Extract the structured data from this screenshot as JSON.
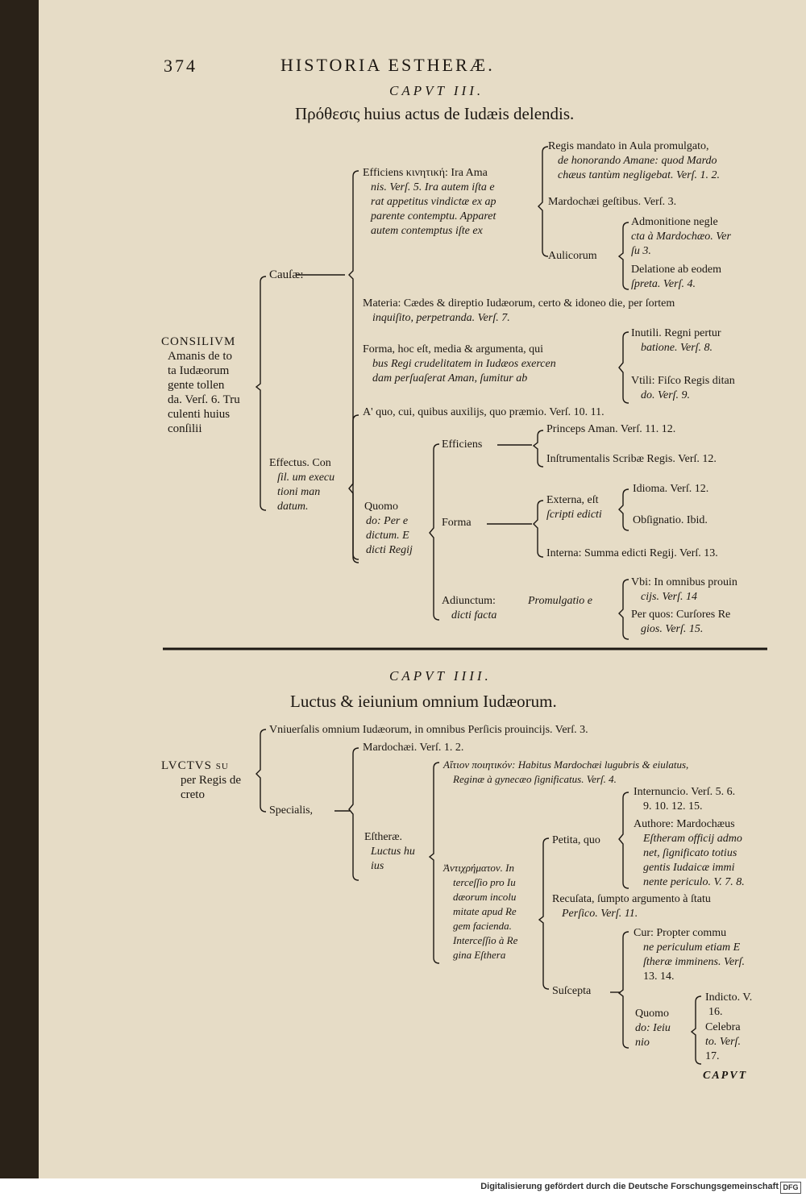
{
  "header": {
    "page_number": "374",
    "running_title": "HISTORIA ESTHERÆ."
  },
  "chapter3": {
    "caput": "CAPVT III.",
    "title": "Πρόθεσις huius actus de Iudæis delendis.",
    "root": [
      "CONSILIVM",
      "Amanis de to",
      "ta Iudæorum",
      "gente tollen",
      "da. Verſ. 6. Tru",
      "culenti huius",
      "conſilii"
    ],
    "causae": "Cauſæ:",
    "efficiens": [
      "Efficiens κινητική: Ira Ama",
      "nis. Verſ. 5. Ira autem iſta e",
      "rat appetitus vindictæ ex ap",
      "parente contemptu. Apparet",
      "autem contemptus iſte ex"
    ],
    "regis": [
      "Regis mandato in Aula promulgato,",
      "de honorando Amane: quod Mardo",
      "chæus tantùm negligebat. Verſ. 1. 2."
    ],
    "mardochaei": "Mardochæi geſtibus. Verſ. 3.",
    "aulicorum": "Aulicorum",
    "admonitione": [
      "Admonitione negle",
      "cta à Mardochæo. Ver",
      "ſu 3."
    ],
    "delatione": [
      "Delatione ab eodem",
      "ſpreta. Verſ. 4."
    ],
    "materia": [
      "Materia: Cædes & direptio Iudæorum, certo & idoneo die, per ſortem",
      "inquiſito, perpetranda. Verſ. 7."
    ],
    "forma": [
      "Forma, hoc eſt, media & argumenta, qui",
      "bus Regi crudelitatem in Iudæos exercen",
      "dam perſuaſerat Aman, ſumitur ab"
    ],
    "inutili": [
      "Inutili. Regni pertur",
      "batione. Verſ. 8."
    ],
    "vtili": [
      "Vtili: Fiſco Regis ditan",
      "do. Verſ. 9."
    ],
    "effectus": [
      "Effectus. Con",
      "ſil. um execu",
      "tioni man",
      "datum."
    ],
    "aquo": "A' quo, cui, quibus auxilijs, quo præmio. Verſ. 10. 11.",
    "quomodo": [
      "Quomo",
      "do: Per e",
      "dictum. E",
      "dicti Regij"
    ],
    "efficiens2": "Efficiens",
    "princeps": "Princeps Aman. Verſ. 11. 12.",
    "instrumentalis": "Inſtrumentalis Scribæ Regis. Verſ. 12.",
    "forma2": "Forma",
    "externa": [
      "Externa, eſt",
      "ſcripti edicti"
    ],
    "idioma": "Idioma. Verſ. 12.",
    "obsignatio": "Obſignatio. Ibid.",
    "interna": "Interna: Summa edicti Regij. Verſ. 13.",
    "adiunctum": [
      "Adiunctum:",
      "dicti facta"
    ],
    "promulgatio": "Promulgatio e",
    "vbi": [
      "Vbi: In omnibus prouin",
      "cijs. Verſ. 14"
    ],
    "perquos": [
      "Per quos: Curſores Re",
      "gios. Verſ. 15."
    ]
  },
  "chapter4": {
    "caput": "CAPVT IIII.",
    "title": "Luctus & ieiunium omnium Iudæorum.",
    "root": [
      "LVCTVS ſu",
      "per Regis de",
      "creto"
    ],
    "vniuersalis": "Vniuerſalis omnium Iudæorum, in omnibus Perſicis prouincijs. Verſ. 3.",
    "specialis": "Specialis,",
    "mardochaei": "Mardochæi. Verſ. 1. 2.",
    "esthera": [
      "Eſtheræ.",
      "Luctus hu",
      "ius"
    ],
    "aitiou": [
      "Αἴτιον ποιητικόν: Habitus Mardochæi lugubris & eiulatus,",
      "Reginæ à gynecæo ſignificatus. Verſ. 4."
    ],
    "antichrema": [
      "Ἀντιχρήματον. In",
      "terceſſio pro Iu",
      "dæorum incolu",
      "mitate apud Re",
      "gem facienda.",
      "Interceſſio à Re",
      "gina Eſthera"
    ],
    "petita": "Petita, quo",
    "internuncio": [
      "Internuncio. Verſ. 5. 6.",
      "9. 10. 12. 15."
    ],
    "authore": [
      "Authore: Mardochæus",
      "Eſtheram officij admo",
      "net, ſignificato totius",
      "gentis Iudaicæ immi",
      "nente periculo. V. 7. 8."
    ],
    "recusata": [
      "Recuſata, ſumpto argumento à ſtatu",
      "Perſico. Verſ. 11."
    ],
    "suscepta": "Suſcepta",
    "cur": [
      "Cur: Propter commu",
      "ne periculum etiam E",
      "ſtheræ imminens. Verſ.",
      "13. 14."
    ],
    "quomodo": [
      "Quomo",
      "do: Ieiu",
      "nio"
    ],
    "indicto": [
      "Indicto. V.",
      "16."
    ],
    "celebrato": [
      "Celebra",
      "to. Verſ.",
      "17."
    ],
    "catchword": "CAPVT"
  },
  "footer": {
    "credit": "Digitalisierung gefördert durch die Deutsche Forschungsgemeinschaft",
    "logo": "DFG"
  }
}
